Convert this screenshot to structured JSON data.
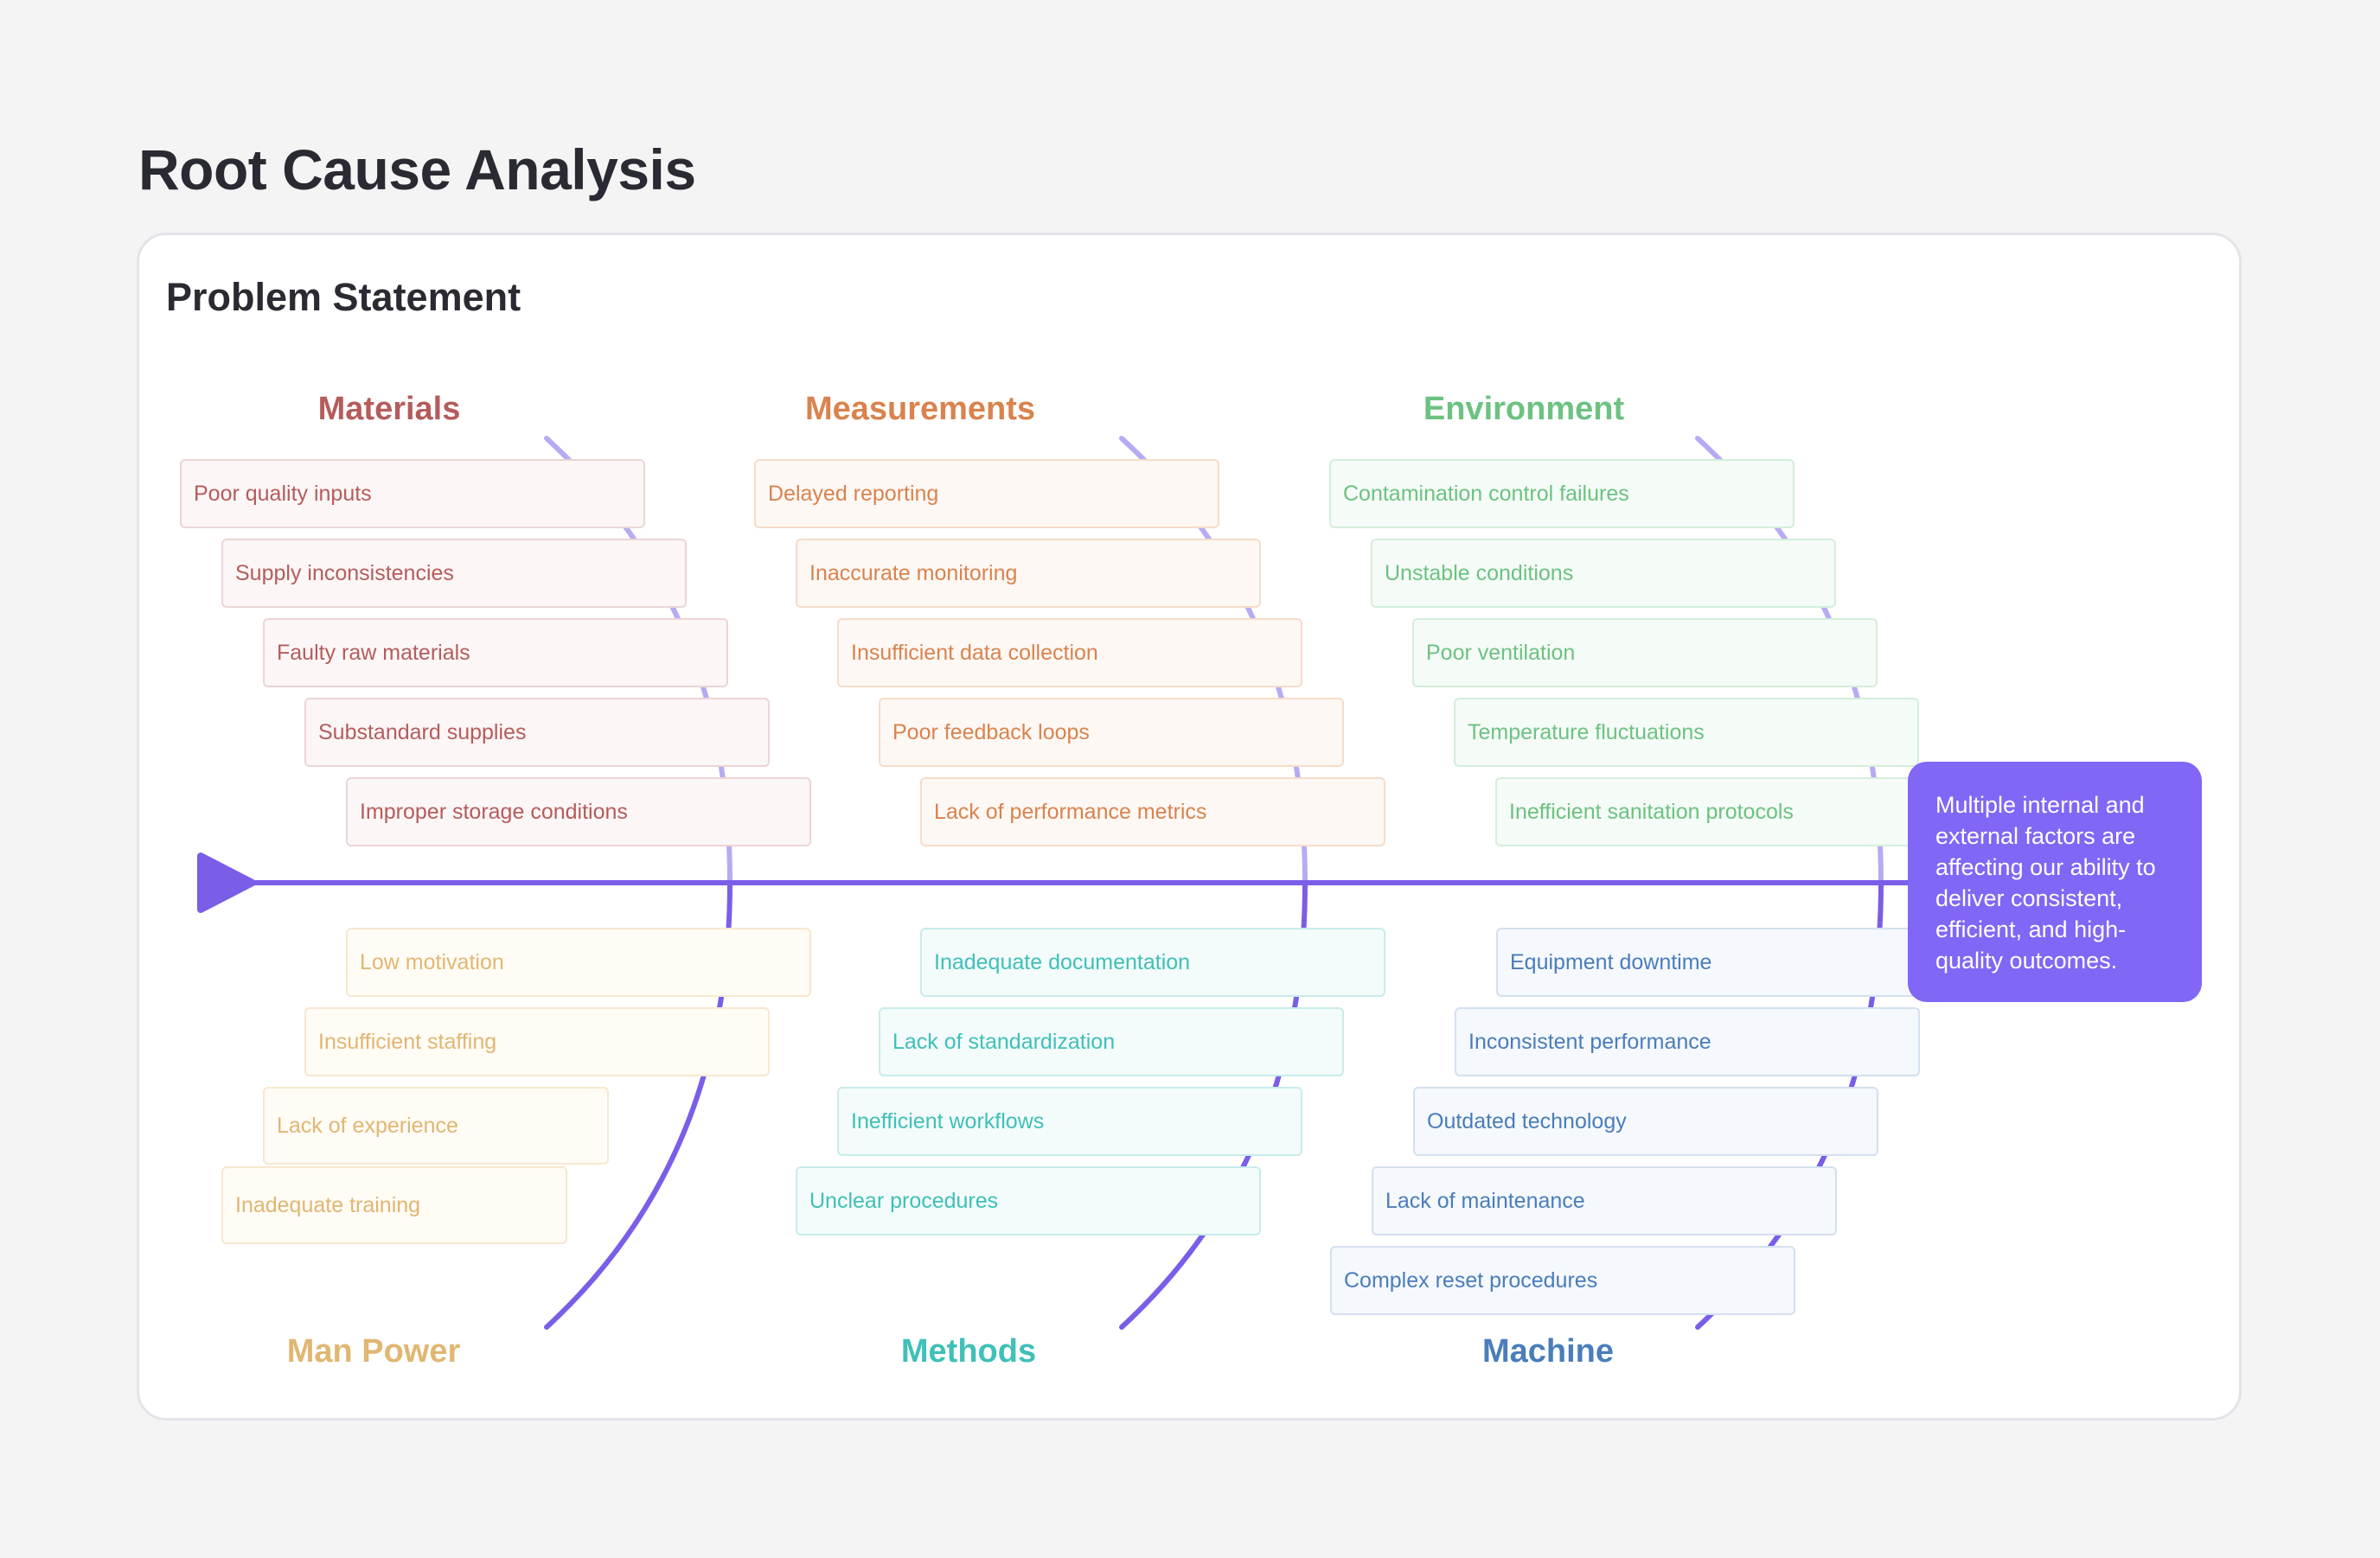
{
  "page": {
    "title": "Root Cause Analysis"
  },
  "panel": {
    "heading": "Problem Statement"
  },
  "effect": {
    "text": "Multiple internal and external factors are affecting our ability to deliver consistent, efficient, and high-quality outcomes."
  },
  "colors": {
    "spine": "#7a5ee8",
    "spine_light": "#b8aaf2",
    "effect_fill": "#8266f5"
  },
  "categories": [
    {
      "key": "materials",
      "position": "top",
      "name": "Materials",
      "color": "#b55c5c",
      "bg": "#fcf6f6",
      "border": "#ecd5d5",
      "causes": [
        "Poor quality inputs",
        "Supply inconsistencies",
        "Faulty raw materials",
        "Substandard supplies",
        "Improper storage conditions"
      ]
    },
    {
      "key": "measurements",
      "position": "top",
      "name": "Measurements",
      "color": "#d9834e",
      "bg": "#fef8f4",
      "border": "#f6dcc9",
      "causes": [
        "Delayed reporting",
        "Inaccurate monitoring",
        "Insufficient data collection",
        "Poor feedback loops",
        "Lack of performance metrics"
      ]
    },
    {
      "key": "environment",
      "position": "top",
      "name": "Environment",
      "color": "#6cc281",
      "bg": "#f5fbf6",
      "border": "#d4eedb",
      "causes": [
        "Contamination control failures",
        "Unstable conditions",
        "Poor ventilation",
        "Temperature fluctuations",
        "Inefficient sanitation protocols"
      ]
    },
    {
      "key": "man-power",
      "position": "bottom",
      "name": "Man Power",
      "color": "#e0b772",
      "bg": "#fffbf5",
      "border": "#f7e8cf",
      "causes": [
        "Low motivation",
        "Insufficient staffing",
        "Lack of experience",
        "Inadequate training"
      ]
    },
    {
      "key": "methods",
      "position": "bottom",
      "name": "Methods",
      "color": "#3fc0b8",
      "bg": "#f3fbfb",
      "border": "#c8ecea",
      "causes": [
        "Inadequate documentation",
        "Lack of standardization",
        "Inefficient workflows",
        "Unclear procedures"
      ]
    },
    {
      "key": "machine",
      "position": "bottom",
      "name": "Machine",
      "color": "#4a7dba",
      "bg": "#f5f8fc",
      "border": "#d3e0f0",
      "causes": [
        "Equipment downtime",
        "Inconsistent performance",
        "Outdated technology",
        "Lack of maintenance",
        "Complex reset procedures"
      ]
    }
  ]
}
